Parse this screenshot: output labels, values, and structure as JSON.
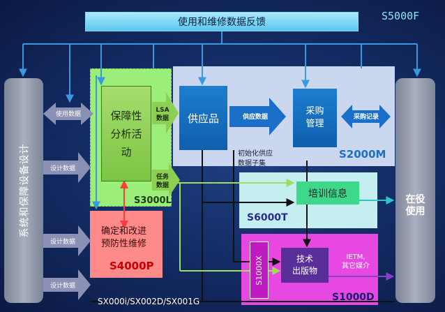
{
  "top_banner": "使用和维修数据反馈",
  "s5000f": "S5000F",
  "left_column": "系统和保障设备设计",
  "right_column": {
    "line1": "在役",
    "line2": "使用"
  },
  "s3000l": {
    "title": "保障性分析活动",
    "title_lines": [
      "保障性",
      "分析活",
      "动"
    ],
    "label": "S3000L",
    "lsa_data": [
      "LSA",
      "数据"
    ],
    "task_data": [
      "任务",
      "数据"
    ]
  },
  "s2000m": {
    "label": "S2000M",
    "supply_box": "供应品",
    "supply_data": "供应数据",
    "procurement": [
      "采购",
      "管理"
    ],
    "procurement_record": "采购记录",
    "init_subset": [
      "初始化供应",
      "数据子集"
    ]
  },
  "s4000p": {
    "title_lines": [
      "确定和改进",
      "预防性维修"
    ],
    "label": "S4000P"
  },
  "s6000t": {
    "box": "培训信息",
    "label": "S6000T"
  },
  "s1000d": {
    "label": "S1000D",
    "s1000x": "S1000X",
    "tech_pub": [
      "技术",
      "出版物"
    ],
    "ietm": [
      "IETM,",
      "其它媒介"
    ]
  },
  "arrows": {
    "usage_data": "使用数据",
    "design_data": "设计数据"
  },
  "bottom_caption": "SX000i/SX002D/SX001G",
  "colors": {
    "background": "#142d66",
    "s3000l": "#9cee7a",
    "s2000m": "#cad7ee",
    "s4000p": "#ff8a8a",
    "s6000t": "#c4eef0",
    "s1000d": "#e848e2",
    "blue_line": "#3b97e0",
    "green_line": "#9be05a",
    "cyan_line": "#2cc6c6",
    "red_line": "#ff3b3b"
  }
}
